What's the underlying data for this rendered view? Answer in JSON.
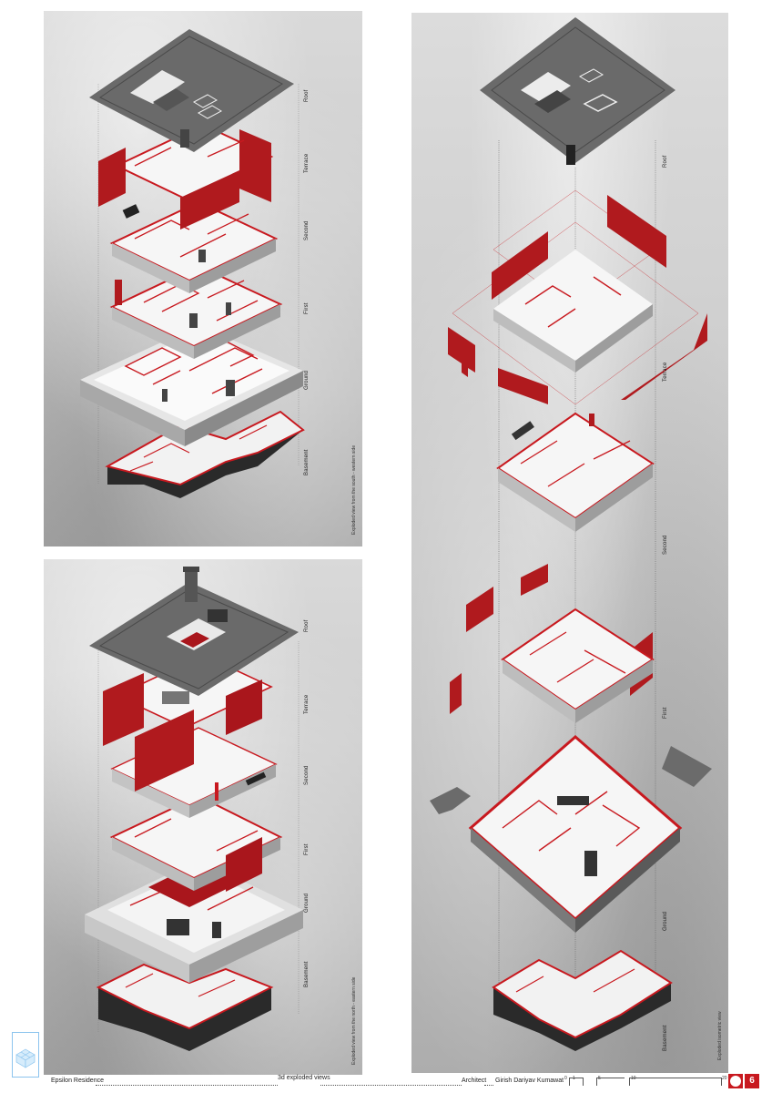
{
  "sheet": {
    "project_title": "Epsilon Residence",
    "sheet_title": "3d exploded views",
    "architect_label": "Architect",
    "architect_name": "Girish Dariyav Kumawat",
    "page_number": "6",
    "scale_labels": [
      "0",
      "1",
      "5",
      "10",
      "20"
    ],
    "accent_color": "#c8191f",
    "logo_color": "#8cc4ee"
  },
  "panels": [
    {
      "id": "top-left",
      "caption": "Exploded view from the south - western side",
      "floor_labels": [
        "Roof",
        "Terrace",
        "Second",
        "First",
        "Ground",
        "Basement"
      ]
    },
    {
      "id": "bottom-left",
      "caption": "Exploded view from the north - eastern side",
      "floor_labels": [
        "Roof",
        "Terrace",
        "Second",
        "First",
        "Ground",
        "Basement"
      ]
    },
    {
      "id": "right",
      "caption": "Exploded isometric view",
      "floor_labels": [
        "Roof",
        "Terrace",
        "Second",
        "First",
        "Ground",
        "Basement"
      ]
    }
  ]
}
